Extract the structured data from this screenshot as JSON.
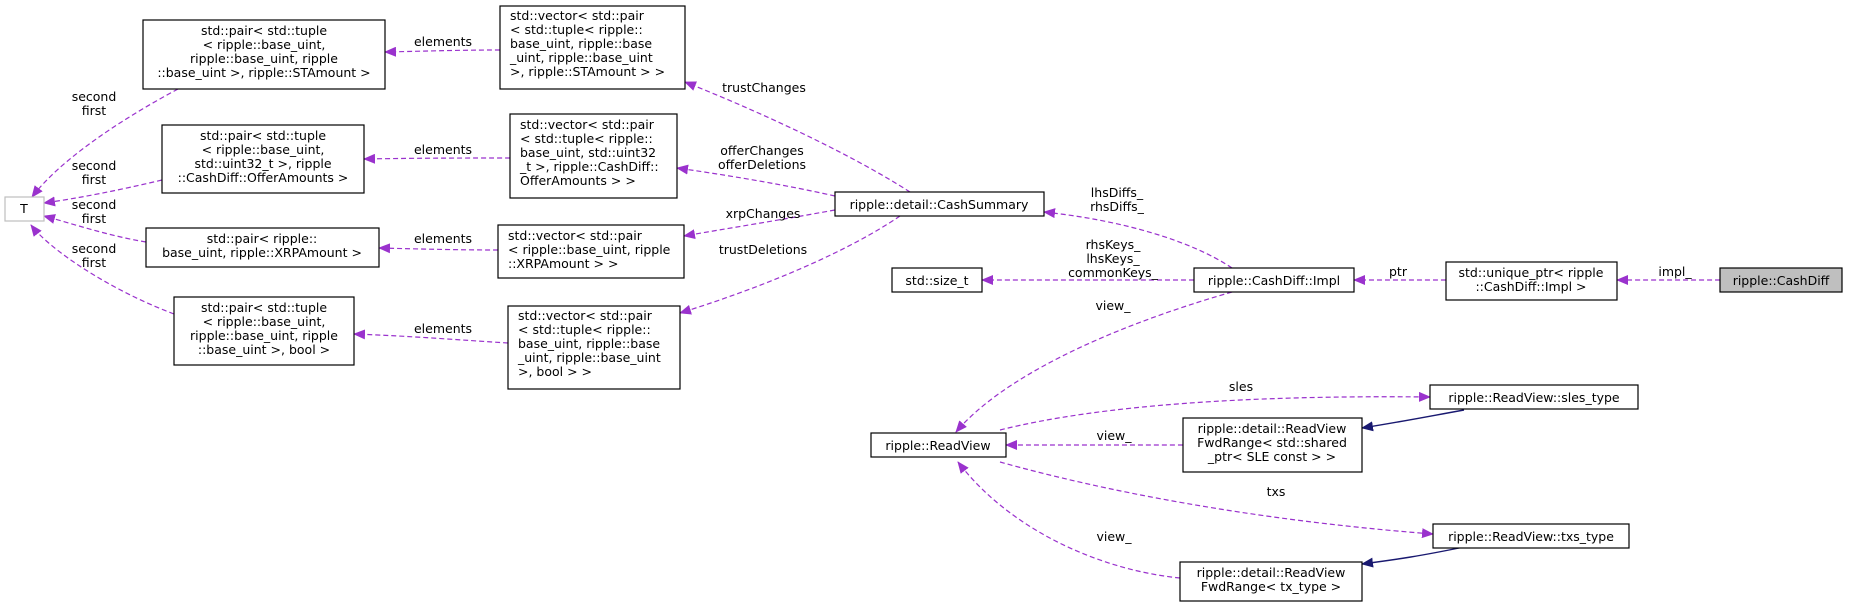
{
  "nodes": {
    "cashdiff": {
      "lines": [
        "ripple::CashDiff"
      ]
    },
    "unique_ptr": {
      "lines": [
        "std::unique_ptr< ripple",
        "::CashDiff::Impl >"
      ]
    },
    "impl": {
      "lines": [
        "ripple::CashDiff::Impl"
      ]
    },
    "size_t": {
      "lines": [
        "std::size_t"
      ]
    },
    "cashsummary": {
      "lines": [
        "ripple::detail::CashSummary"
      ]
    },
    "vec_sta": {
      "lines": [
        "std::vector< std::pair",
        "< std::tuple< ripple::",
        "base_uint, ripple::base",
        "_uint, ripple::base_uint",
        ">, ripple::STAmount > >"
      ]
    },
    "vec_offer": {
      "lines": [
        "std::vector< std::pair",
        "< std::tuple< ripple::",
        "base_uint, std::uint32",
        "_t >, ripple::CashDiff::",
        "OfferAmounts > >"
      ]
    },
    "vec_xrp": {
      "lines": [
        "std::vector< std::pair",
        "< ripple::base_uint, ripple",
        "::XRPAmount > >"
      ]
    },
    "vec_bool": {
      "lines": [
        "std::vector< std::pair",
        "< std::tuple< ripple::",
        "base_uint, ripple::base",
        "_uint, ripple::base_uint",
        ">, bool > >"
      ]
    },
    "pair_sta": {
      "lines": [
        "std::pair< std::tuple",
        "< ripple::base_uint,",
        "ripple::base_uint, ripple",
        "::base_uint >, ripple::STAmount >"
      ]
    },
    "pair_offer": {
      "lines": [
        "std::pair< std::tuple",
        "< ripple::base_uint,",
        "std::uint32_t >, ripple",
        "::CashDiff::OfferAmounts >"
      ]
    },
    "pair_xrp": {
      "lines": [
        "std::pair< ripple::",
        "base_uint, ripple::XRPAmount >"
      ]
    },
    "pair_bool": {
      "lines": [
        "std::pair< std::tuple",
        "< ripple::base_uint,",
        "ripple::base_uint, ripple",
        "::base_uint >, bool >"
      ]
    },
    "T": {
      "lines": [
        "T"
      ]
    },
    "readview": {
      "lines": [
        "ripple::ReadView"
      ]
    },
    "sles_type": {
      "lines": [
        "ripple::ReadView::sles_type"
      ]
    },
    "fwd_sle": {
      "lines": [
        "ripple::detail::ReadView",
        "FwdRange< std::shared",
        "_ptr< SLE const > >"
      ]
    },
    "txs_type": {
      "lines": [
        "ripple::ReadView::txs_type"
      ]
    },
    "fwd_tx": {
      "lines": [
        "ripple::detail::ReadView",
        "FwdRange< tx_type >"
      ]
    }
  },
  "edges": {
    "impl_": {
      "lines": [
        "impl_"
      ]
    },
    "ptr": {
      "lines": [
        "ptr"
      ]
    },
    "keys": {
      "lines": [
        "rhsKeys_",
        "lhsKeys_",
        "commonKeys_"
      ]
    },
    "diffs": {
      "lines": [
        "lhsDiffs_",
        "rhsDiffs_"
      ]
    },
    "view_impl": {
      "lines": [
        "view_"
      ]
    },
    "trust_changes": {
      "lines": [
        "trustChanges"
      ]
    },
    "offer": {
      "lines": [
        "offerChanges",
        "offerDeletions"
      ]
    },
    "xrp_changes": {
      "lines": [
        "xrpChanges"
      ]
    },
    "trust_deletions": {
      "lines": [
        "trustDeletions"
      ]
    },
    "elements_sta": {
      "lines": [
        "elements"
      ]
    },
    "elements_offer": {
      "lines": [
        "elements"
      ]
    },
    "elements_xrp": {
      "lines": [
        "elements"
      ]
    },
    "elements_bool": {
      "lines": [
        "elements"
      ]
    },
    "sf_sta": {
      "lines": [
        "second",
        "first"
      ]
    },
    "sf_offer": {
      "lines": [
        "second",
        "first"
      ]
    },
    "sf_xrp": {
      "lines": [
        "second",
        "first"
      ]
    },
    "sf_bool": {
      "lines": [
        "second",
        "first"
      ]
    },
    "sles": {
      "lines": [
        "sles"
      ]
    },
    "view_sle": {
      "lines": [
        "view_"
      ]
    },
    "txs": {
      "lines": [
        "txs"
      ]
    },
    "view_tx": {
      "lines": [
        "view_"
      ]
    }
  },
  "colors": {
    "edge_member": "#9a32cd",
    "edge_inherit": "#191970",
    "highlight_node": "#bfbfbf"
  }
}
